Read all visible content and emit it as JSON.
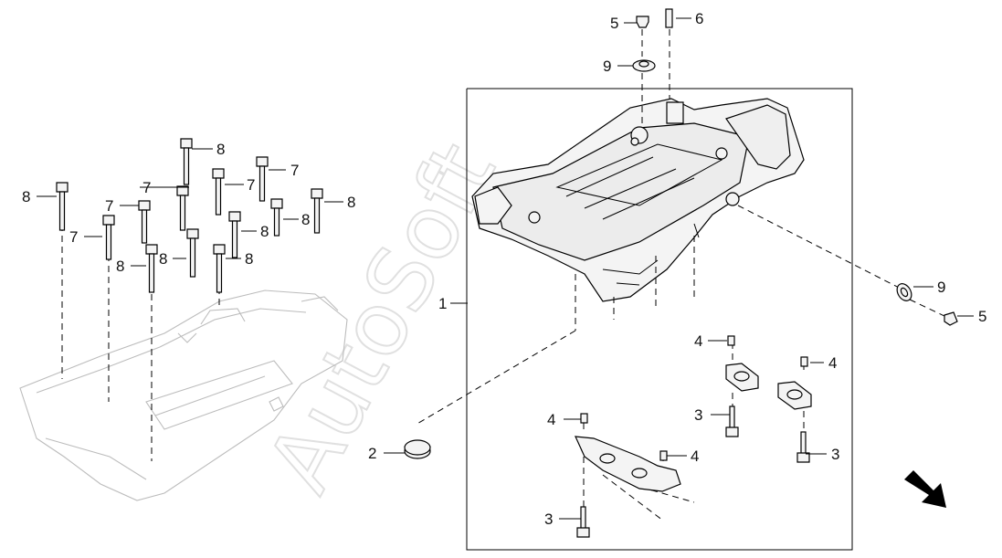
{
  "watermark": {
    "text": "AutoSoft"
  },
  "callouts": {
    "l1": "1",
    "l2": "2",
    "l3a": "3",
    "l3b": "3",
    "l3c": "3",
    "l4a": "4",
    "l4b": "4",
    "l4c": "4",
    "l4d": "4",
    "l5a": "5",
    "l5b": "5",
    "l6": "6",
    "l7a": "7",
    "l7b": "7",
    "l7c": "7",
    "l7d": "7",
    "l7e": "7",
    "l8a": "8",
    "l8b": "8",
    "l8c": "8",
    "l8d": "8",
    "l8e": "8",
    "l8f": "8",
    "l8g": "8",
    "l9a": "9",
    "l9b": "9"
  },
  "icons": {
    "direction": "arrow-down-right-icon"
  }
}
